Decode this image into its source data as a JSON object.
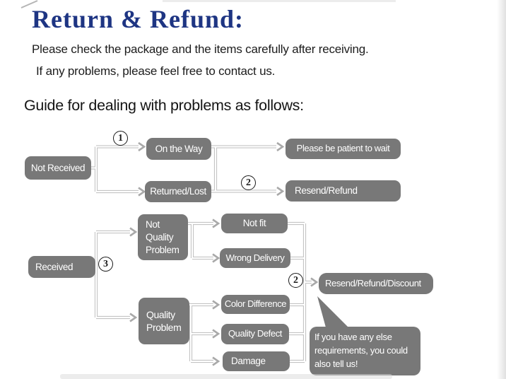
{
  "header": {
    "title": "Return & Refund:",
    "line1": "Please check the package and the items carefully after receiving.",
    "line2": "If any problems, please feel free to contact us.",
    "guide": "Guide for dealing with problems as follows:"
  },
  "colors": {
    "title_navy": "#1e3583",
    "box_gray": "#787878",
    "box_text": "#ffffff",
    "connector_gray": "#c4c4c4",
    "arrowhead_gray": "#a9a9a9",
    "body_text": "#1c1c1c"
  },
  "flowchart": {
    "nodes": [
      {
        "id": "not-received",
        "label": "Not Received"
      },
      {
        "id": "on-the-way",
        "label": "On the Way"
      },
      {
        "id": "returned-lost",
        "label": "Returned/Lost"
      },
      {
        "id": "please-wait",
        "label": "Please be patient to wait"
      },
      {
        "id": "resend-refund",
        "label": "Resend/Refund"
      },
      {
        "id": "received",
        "label": "Received"
      },
      {
        "id": "not-quality-problem",
        "label": "Not\nQuality\nProblem"
      },
      {
        "id": "not-fit",
        "label": "Not fit"
      },
      {
        "id": "wrong-delivery",
        "label": "Wrong Delivery"
      },
      {
        "id": "quality-problem",
        "label": "Quality\nProblem"
      },
      {
        "id": "color-difference",
        "label": "Color Difference"
      },
      {
        "id": "quality-defect",
        "label": "Quality Defect"
      },
      {
        "id": "damage",
        "label": "Damage"
      },
      {
        "id": "resend-refund-discount",
        "label": "Resend/Refund/Discount"
      }
    ],
    "markers": [
      {
        "id": "step-1",
        "label": "1"
      },
      {
        "id": "step-2-top",
        "label": "2"
      },
      {
        "id": "step-3",
        "label": "3"
      },
      {
        "id": "step-2-bottom",
        "label": "2"
      }
    ],
    "bubble_note": "If you have any else\nrequirements, you could\nalso tell us!"
  }
}
